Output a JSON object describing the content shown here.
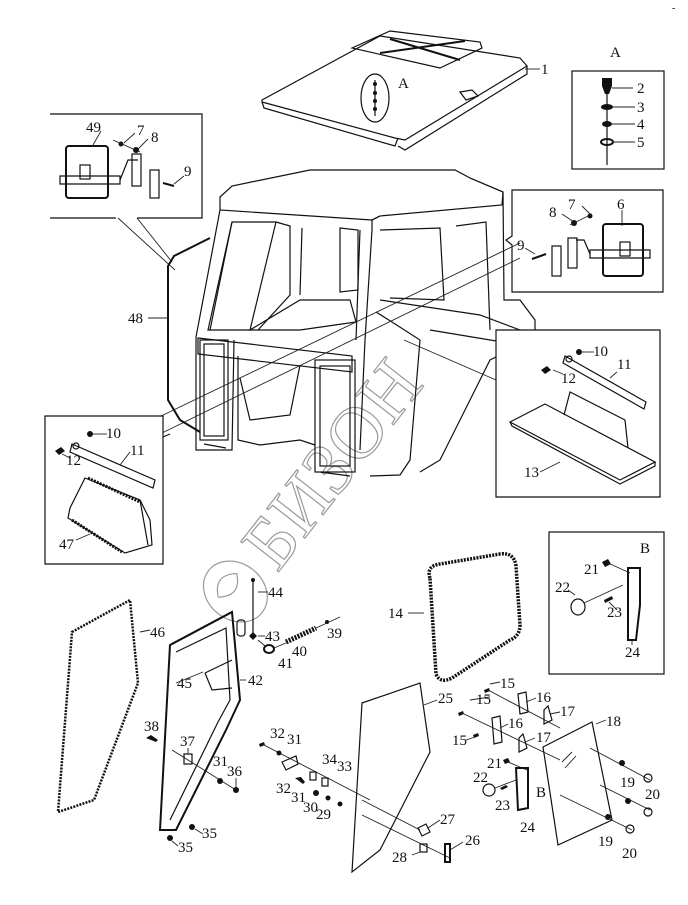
{
  "diagram": {
    "title": "Tractor cab assembly — exploded parts view",
    "watermark_text": "БИЗОН",
    "corner_mark": "-",
    "detail_views": [
      {
        "id": "A",
        "label": "A",
        "callouts": [
          "2",
          "3",
          "4",
          "5"
        ]
      },
      {
        "id": "B",
        "label": "B",
        "callouts": [
          "21",
          "22",
          "23",
          "24"
        ]
      }
    ],
    "roof": {
      "callout": "1",
      "detail_ref": "A"
    },
    "mirror_left": {
      "callouts": [
        "49",
        "7",
        "8",
        "9"
      ]
    },
    "mirror_right": {
      "callouts": [
        "7",
        "8",
        "6",
        "9"
      ]
    },
    "bracket_cab": {
      "callouts": [
        "9",
        "48"
      ]
    },
    "sunvisor_left": {
      "callouts": [
        "10",
        "12",
        "11",
        "47"
      ]
    },
    "sunvisor_right": {
      "callouts": [
        "10",
        "12",
        "11",
        "13"
      ]
    },
    "door": {
      "callouts": [
        "44",
        "43",
        "39",
        "40",
        "41",
        "42",
        "45",
        "46",
        "38",
        "37",
        "31",
        "36",
        "35",
        "35"
      ]
    },
    "hinge": {
      "callouts": [
        "32",
        "31",
        "34",
        "33",
        "32",
        "31",
        "30",
        "29"
      ]
    },
    "rear_window": {
      "callouts": [
        "14",
        "25",
        "15",
        "15",
        "16",
        "16",
        "17",
        "17",
        "15",
        "18",
        "19",
        "20",
        "19",
        "20",
        "21",
        "22",
        "23",
        "24",
        "27",
        "26",
        "28"
      ],
      "detail_ref": "B"
    }
  }
}
